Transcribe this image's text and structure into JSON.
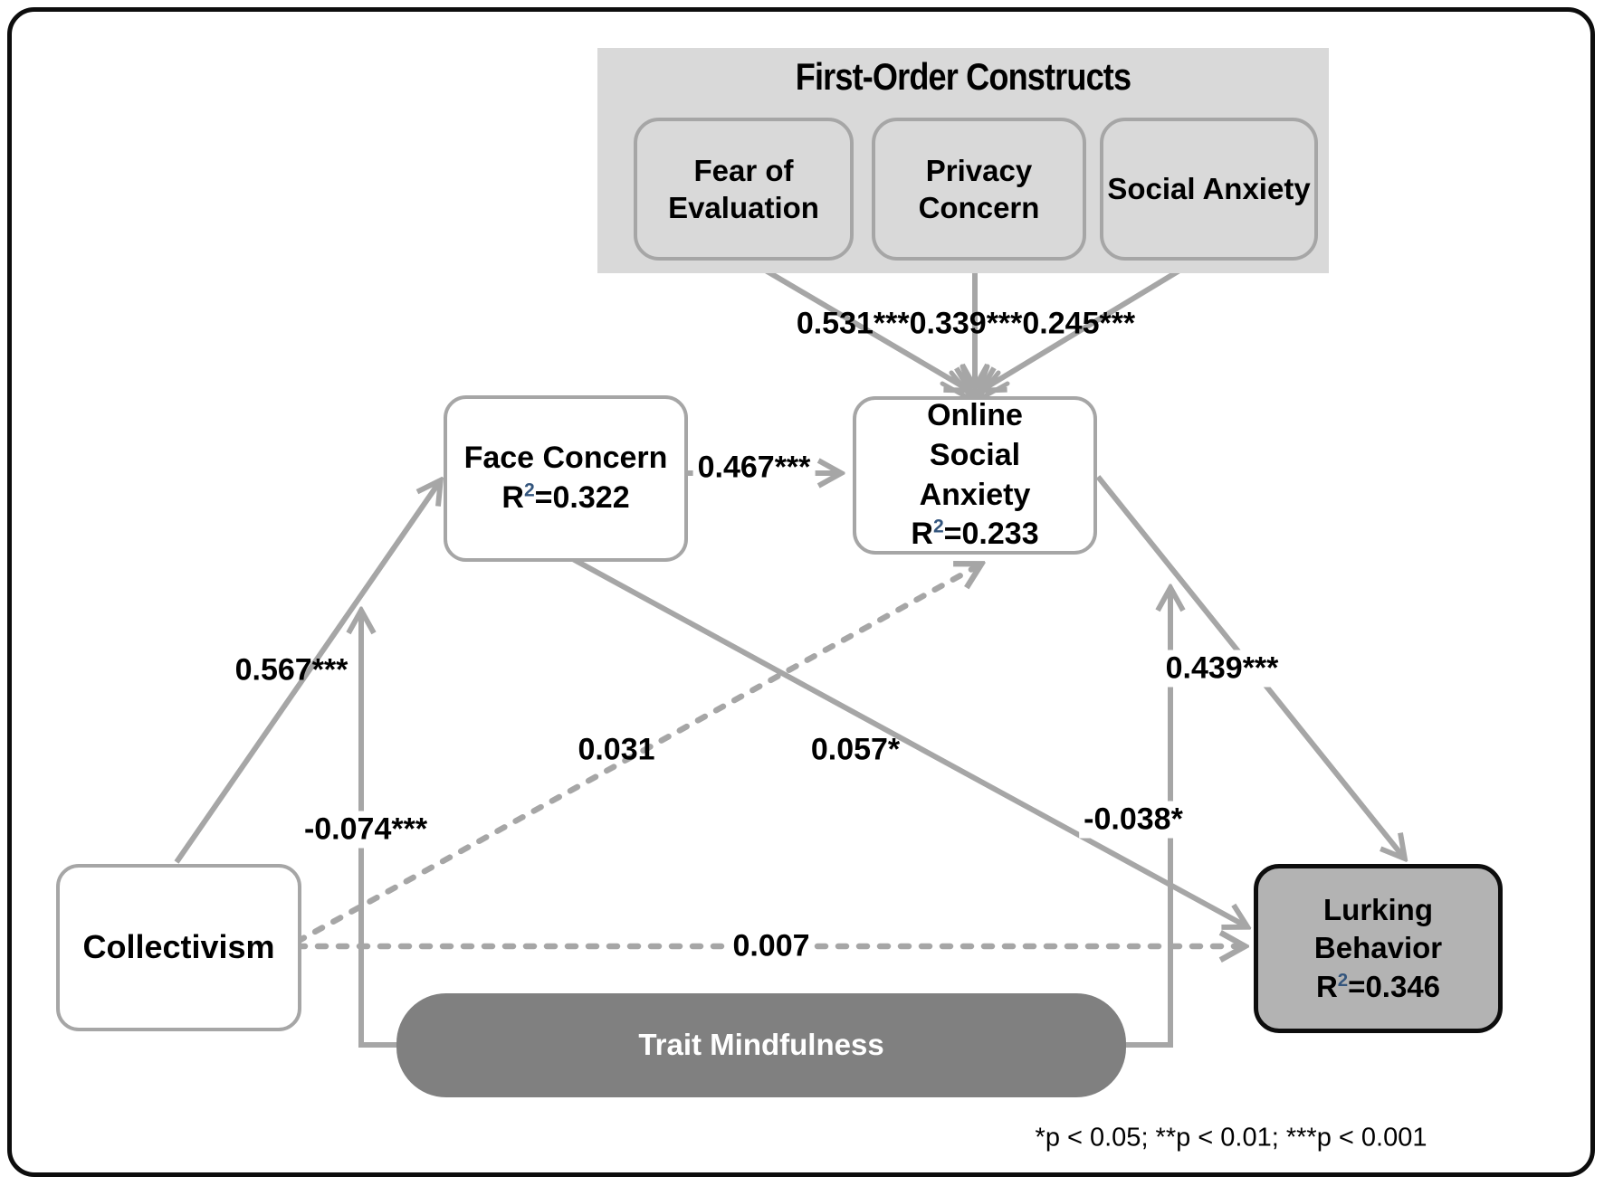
{
  "panel": {
    "title": "First-Order Constructs",
    "boxes": [
      {
        "label": "Fear of Evaluation"
      },
      {
        "label": "Privacy Concern"
      },
      {
        "label": "Social Anxiety"
      }
    ]
  },
  "nodes": {
    "face_concern": {
      "title": "Face Concern",
      "r": "R",
      "sup": "2",
      "r2": "=0.322"
    },
    "online_social_anxiety": {
      "title": "Online Social Anxiety",
      "r": "R",
      "sup": "2",
      "r2": "=0.233"
    },
    "collectivism": {
      "title": "Collectivism"
    },
    "lurking_behavior": {
      "title": "Lurking Behavior",
      "r": "R",
      "sup": "2",
      "r2": "=0.346"
    },
    "trait_mindfulness": {
      "title": "Trait Mindfulness"
    }
  },
  "coefficients": {
    "fear_to_osa": "0.531***",
    "privacy_to_osa": "0.339***",
    "social_to_osa": "0.245***",
    "face_to_osa": "0.467***",
    "collectivism_to_face": "0.567***",
    "tm_moderation_left": "-0.074***",
    "collectivism_to_osa": "0.031",
    "face_to_lurking": "0.057*",
    "collectivism_to_lurking": "0.007",
    "osa_to_lurking": "0.439***",
    "tm_moderation_right": "-0.038*"
  },
  "legend": "*p < 0.05; **p < 0.01; ***p < 0.001",
  "colors": {
    "line": "#a6a6a6",
    "panel_fill": "#d9d9d9",
    "node_border": "#a6a6a6",
    "lurking_fill": "#b3b3b3",
    "lurking_border": "#0d0d0d",
    "mindfulness_fill": "#808080",
    "mindfulness_text": "#ffffff",
    "r2_superscript": "#33557d",
    "text": "#000000"
  }
}
